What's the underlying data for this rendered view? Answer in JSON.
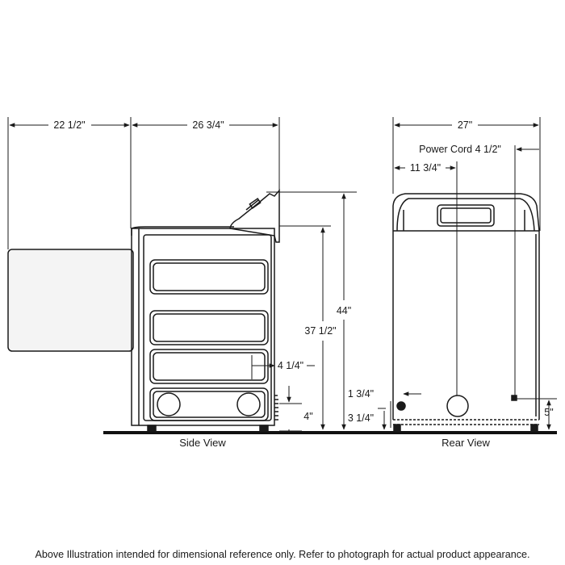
{
  "side_view": {
    "caption": "Side View",
    "dims": {
      "door_depth": "22 1/2\"",
      "body_depth": "26 3/4\"",
      "top_height": "37 1/2\"",
      "overall_height": "44\"",
      "vent_offset": "4 1/4\"",
      "vent_height": "4\""
    }
  },
  "rear_view": {
    "caption": "Rear View",
    "dims": {
      "width": "27\"",
      "power_cord": "Power Cord 4 1/2\"",
      "vent_center": "11 3/4\"",
      "gas_inlet_side": "1 3/4\"",
      "gas_inlet_height": "3 1/4\"",
      "cord_height": "5\""
    }
  },
  "footnote": "Above Illustration intended for dimensional reference only. Refer to photograph for actual product appearance.",
  "colors": {
    "line": "#1a1a1a",
    "floor": "#111111",
    "panel": "#f4f4f4"
  }
}
